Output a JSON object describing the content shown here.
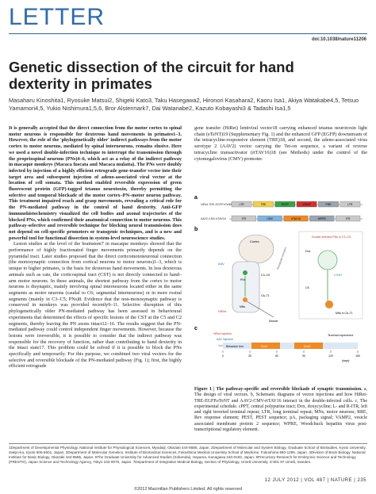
{
  "header": {
    "section": "LETTER",
    "doi": "doi:10.1038/nature11206"
  },
  "title": "Genetic dissection of the circuit for hand dexterity in primates",
  "authors": "Masaharu Kinoshita1, Ryosuke Matsui2, Shigeki Kato3, Taku Hasegawa2, Hironori Kasahara2, Kaoru Isa1, Akiya Watakabe4,5, Tetsuo Yamamori4,5, Yukio Nishimura1,5,6, Bror Alstermark7, Dai Watanabe2, Kazuto Kobayashi3 & Tadashi Isa1,5",
  "abstract": "It is generally accepted that the direct connection from the motor cortex to spinal motor neurons is responsible for dexterous hand movements in primates1–3. However, the role of the 'phylogenetically older' indirect pathways from the motor cortex to motor neurons, mediated by spinal interneurons, remains elusive. Here we used a novel double-infection technique to interrupt the transmission through the propriospinal neurons (PNs)4–6, which act as a relay of the indirect pathway in macaque monkeys (Macaca fuscata and Macaca mulatta). The PNs were doubly infected by injection of a highly efficient retrograde gene-transfer vector into their target area and subsequent injection of adeno-associated viral vector at the location of cell somata. This method enabled reversible expression of green fluorescent protein (GFP)-tagged tetanus neurotoxin, thereby permitting the selective and temporal blockade of the motor cortex–PN–motor neuron pathway. This treatment impaired reach and grasp movements, revealing a critical role for the PN-mediated pathway in the control of hand dexterity. Anti-GFP immunohistochemistry visualized the cell bodies and axonal trajectories of the blocked PNs, which confirmed their anatomical connection to motor neurons. This pathway-selective and reversible technique for blocking neural transmission does not depend on cell-specific promoters or transgenic techniques, and is a new and powerful tool for functional dissection in system-level neuroscience studies.",
  "left_paragraphs": [
    "Lesion studies at the level of the brainstem7 in macaque monkeys showed that the performance of highly fractionated finger movements primarily depends on the pyramidal tract. Later studies proposed that the direct corticomotoneuronal connection (the monosynaptic connection from cortical neurons to motor neurons)1–3, which is unique to higher primates, is the basis for dexterous hand movements. In less dexterous animals such as cats, the corticospinal tract (CST) is not directly connected to hand–arm motor neurons. In these animals, the shortest pathway from the cortex to motor neurons is disynaptic, mainly involving spinal interneurons located either in the same segments as motor neurons (caudal to C6; segmental interneurons) or in more rostral segments (mainly in C3–C5; PNs)8. Evidence that the non-monosynaptic pathway is conserved in monkeys was provided recently9–11. Selective disruption of this phylogenetically older PN-mediated pathway has been assessed in behavioural experiments that determined the effects of specific lesions of the CST at the C5 and C2 segments, thereby leaving the PN axons intact12–16. The results suggest that the PN-mediated pathway could control independent finger movements. However, because the lesions were irreversible, it is possible to consider that the indirect pathway was responsible for the recovery of function, rather than contributing to hand dexterity in the intact state17. This problem could be solved if it is possible to block the PNs specifically and temporarily. For this purpose, we combined two viral vectors for the selective and reversible blockade of the PN-mediated pathway (Fig. 1); first, the highly efficient retrograde"
  ],
  "right_paragraphs": [
    "gene transfer (HiRet) lentiviral vector18 carrying enhanced tetanus neurotoxin light chain (eTeNT)19 (Supplementary Fig. 1) and the enhanced GFP (EGFP) downstream of the tetracycline-responsive element (TRE)18, and second, the adeno-associated virus serotype 2 (AAV2) vector carrying the Tet-on sequence, a variant of reverse tetracycline transactivator (rtTAV16)18 (see Methods) under the control of the cytomegalovirus (CMV) promoter."
  ],
  "figure": {
    "panels": {
      "a": "a",
      "b": "b",
      "c": "c"
    },
    "constructs": {
      "hiret_label": "HiRet-TRE-EGFP.eTeNT",
      "aav_label": "AAV2-CMV-rtTAV16",
      "hiret_parts": [
        "LTR",
        "TRE",
        "EGFP",
        "eTeNT",
        "PRE",
        "LTR"
      ],
      "aav_parts": [
        "ITR",
        "CMV",
        "rtTAV16",
        "WPRE",
        "ITR"
      ]
    },
    "b_labels": {
      "cortex": "Cortex",
      "aav": "AAV",
      "hiret": "HiRet",
      "double_infected": "Double-infected PNs in C3–C5",
      "dox": "Dox",
      "etent": "eTeNT",
      "pns": "PNs",
      "mns": "MNs",
      "c6": "C6",
      "c3c5": "C3–C5",
      "c6t1": "C6–T1",
      "c6t1_mns": "MNs in C6–T1",
      "muscle": "Muscle",
      "retrograde": "Retrograde transport"
    },
    "c_labels": {
      "hiret_injection": "HiRet injection",
      "aav_injection": "AAV injection",
      "terminal_experiment": "Terminal experiment",
      "behaviour": "Behaviour test",
      "dox1": "Dox1",
      "dox2": "Dox2",
      "timeline": [
        "0",
        "30",
        "60",
        "90",
        "120",
        "150"
      ],
      "axis": "(days)"
    }
  },
  "caption": {
    "label": "Figure 1 | The pathway-specific and reversible blockade of synaptic transmission.",
    "text": "a, The design of viral vectors. b, Schematic diagrams of vector injections and how HiRet-TRE-EGFP.eTeNT and AAV2-CMV-rtTAV16 interact in the double-infected cells. c, The experimental schedule. cPPT, central polypurine tract; Dox, doxycycline; L- and R-ITR, left and right inverted terminal repeat; LTR, long terminal repeat; MNs, motor neurons; RRE, Rev response element; PEST, PEST sequence; pA, packaging signal; VAMP2, vesicle associated membrane protein 2 sequence; WPRE, Woodchuck hepatitis virus post-transcriptional regulatory element."
  },
  "affiliations": "1Department of Developmental Physiology, National Institute for Physiological Sciences, Myodaiji, Okazaki 444-8585, Japan. 2Department of Molecular and System Biology, Graduate School of Biostudies, Kyoto University, Sakyo-ku, Kyoto 606-8501, Japan. 3Department of Molecular Genetics, Institute of Biomedical Sciences, Fukushima Medical University School of Medicine, Fukushima 960-1295, Japan. 4Division of Brain Biology, National Institute for Basic Biology, Okazaki 444-8585, Japan. 5The Graduate University for Advanced Studies (Sokendai), Hayama, Kanagawa 240-0193, Japan. 6Precursory Research for Embryonic Science and Technology (PRESTO), Japan Science and Technology Agency, Tokyo 102-0075, Japan. 7Department of Integrative Medical Biology, Section of Physiology, Umeå University, S-901 87 Umeå, Sweden.",
  "footer": {
    "page": "12 JULY 2012 | VOL 487 | NATURE | 235",
    "copyright": "©2012 Macmillan Publishers Limited. All rights reserved"
  },
  "colors": {
    "accent": "#2a6db5",
    "green": "#3aa24a",
    "red": "#d2322d",
    "orange": "#f08a24"
  }
}
